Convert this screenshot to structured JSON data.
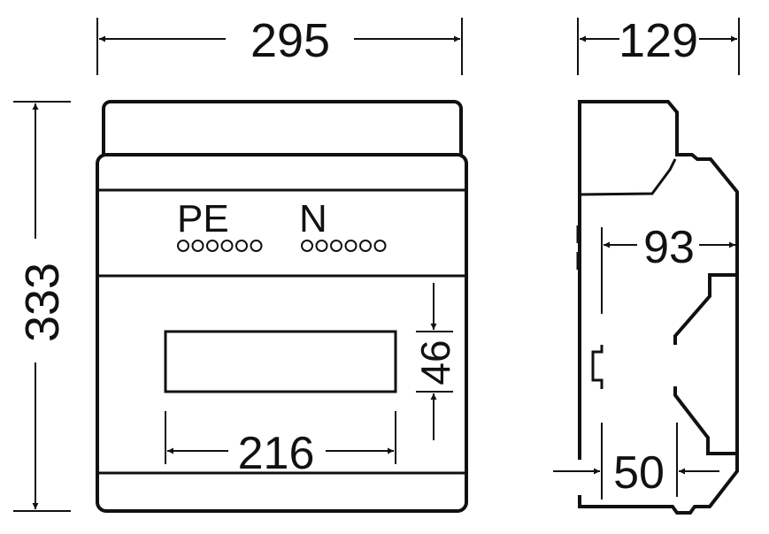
{
  "front_view": {
    "labels": {
      "pe": "PE",
      "n": "N"
    },
    "terminal_counts": {
      "pe": 6,
      "n": 6
    }
  },
  "dimensions": {
    "width": "295",
    "height": "333",
    "depth": "129",
    "window_height": "46",
    "window_width": "216",
    "rail_depth": "93",
    "rail_offset": "50"
  }
}
